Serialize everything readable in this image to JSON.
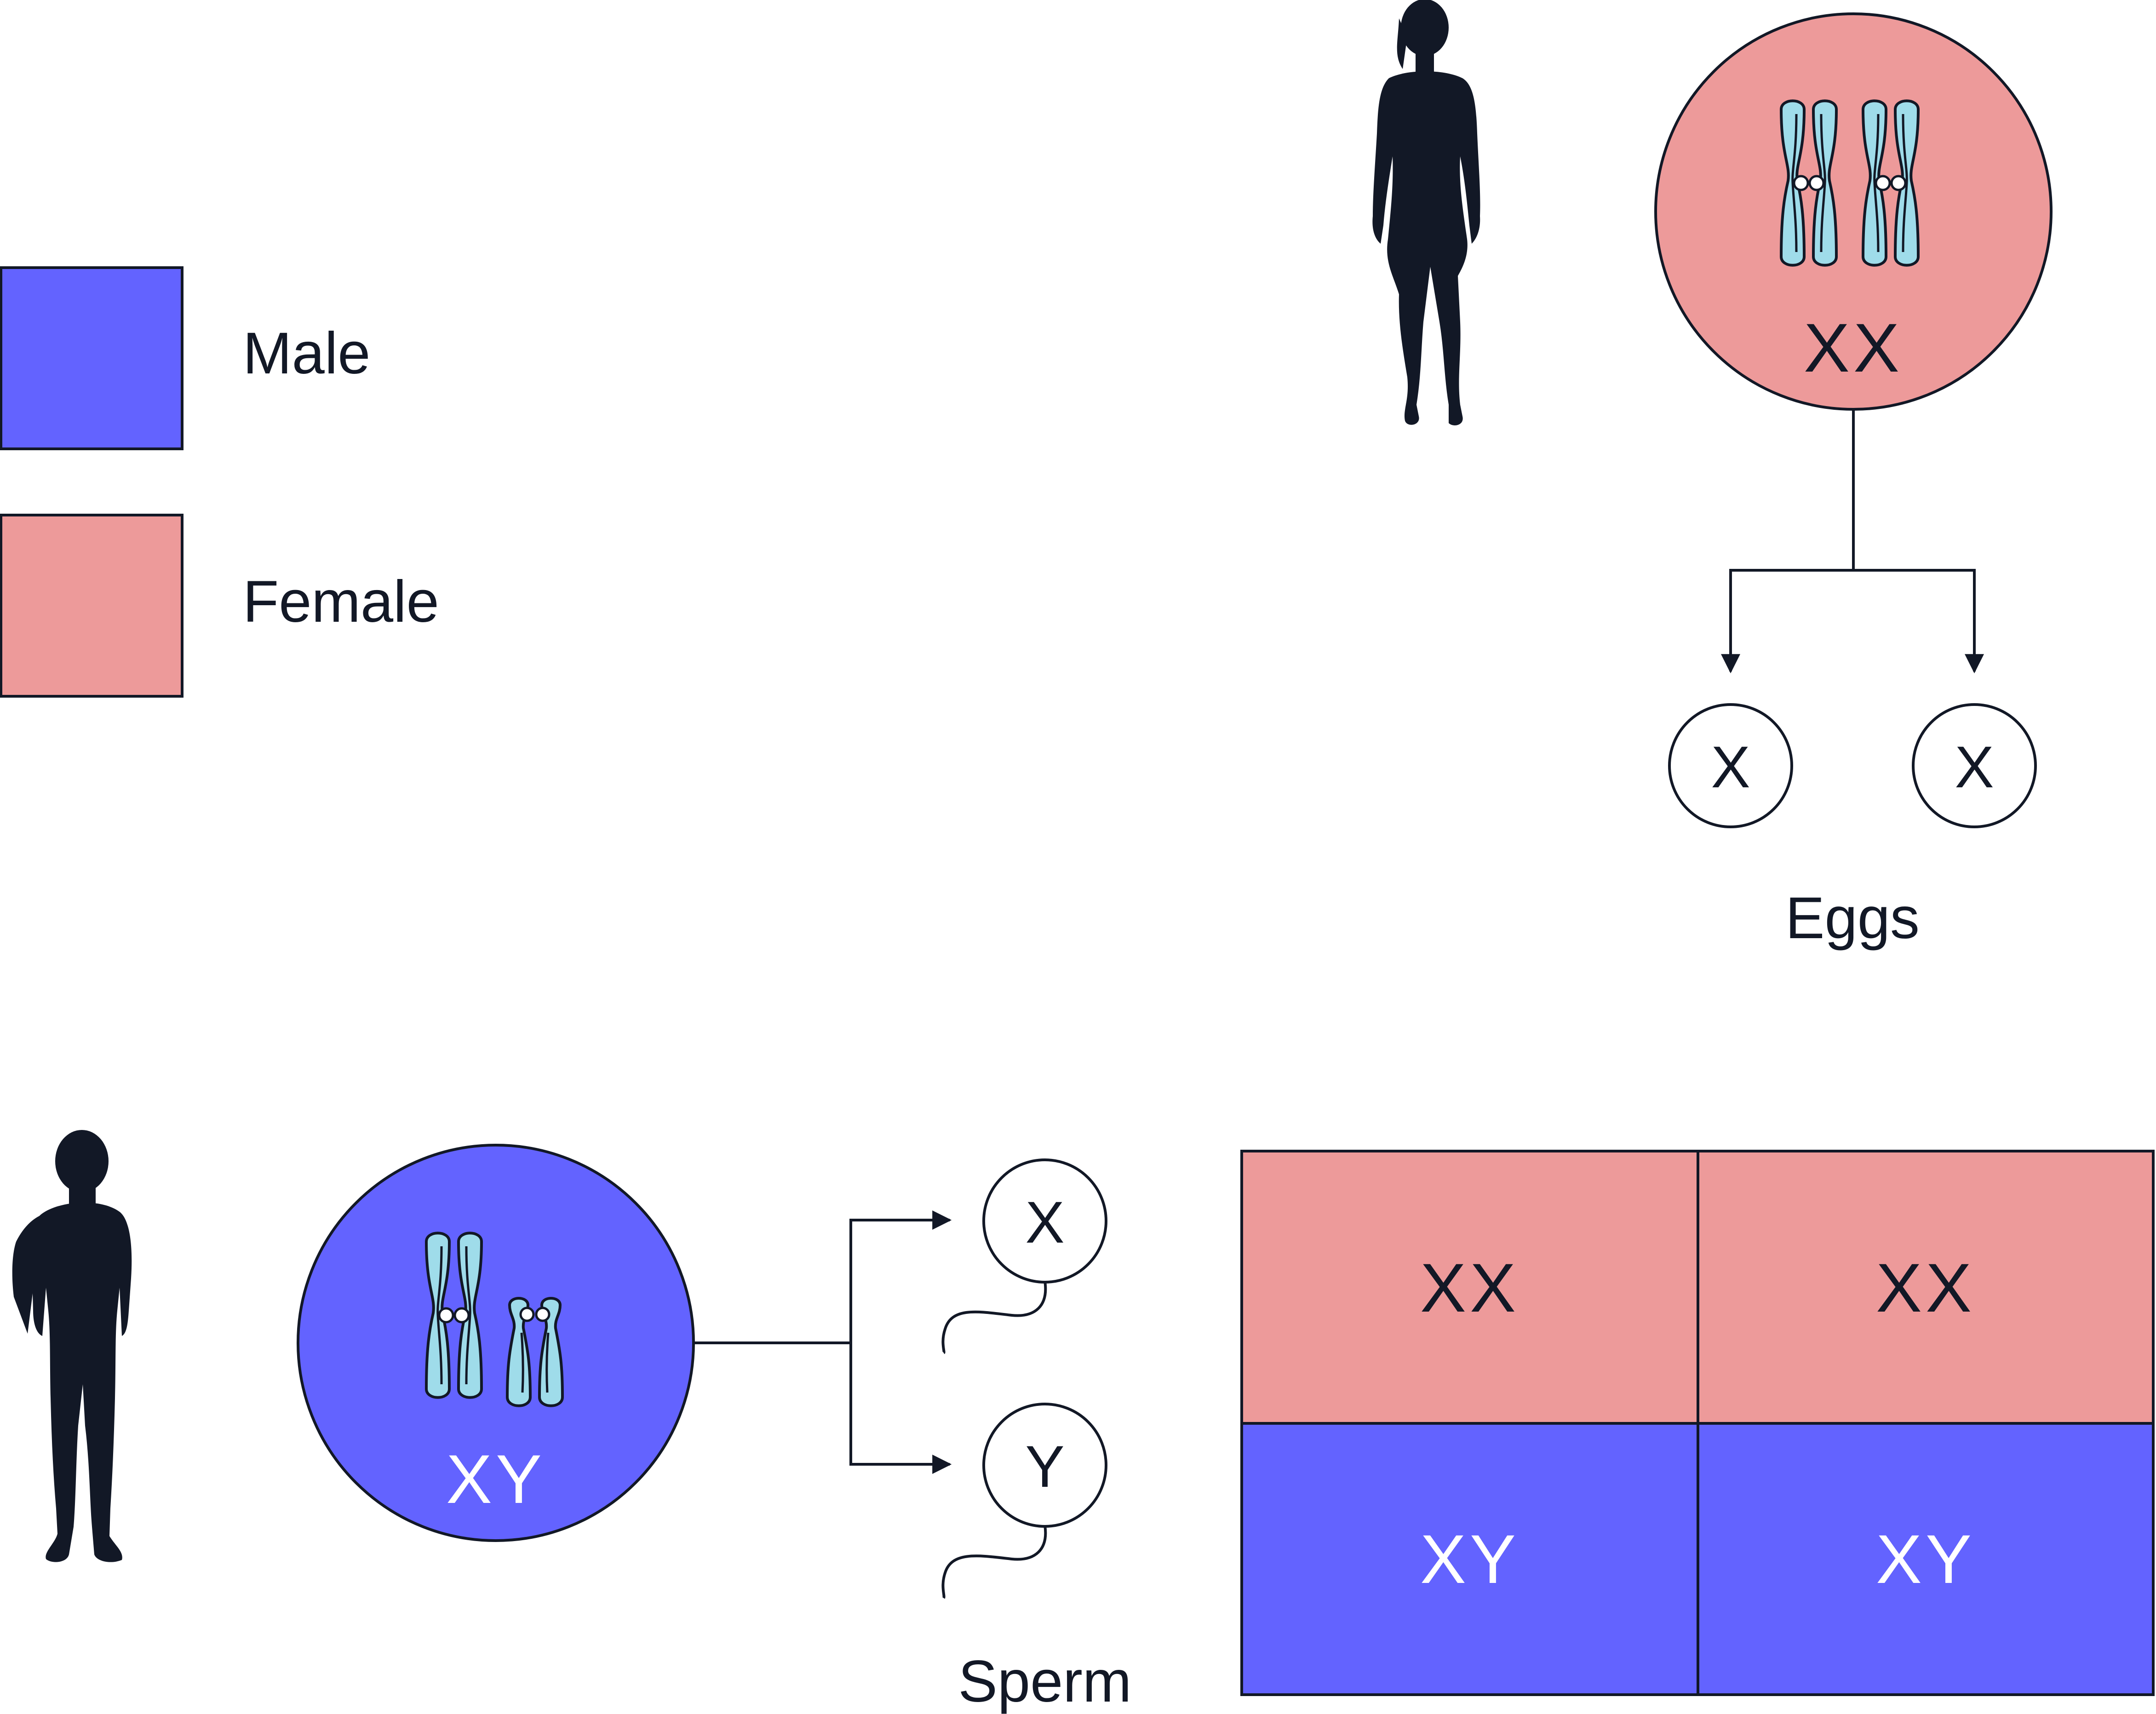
{
  "colors": {
    "male": "#6363ff",
    "female": "#ed9a9a",
    "ink": "#121826",
    "chromosome": "#9fdcea",
    "white": "#ffffff"
  },
  "legend": {
    "male_label": "Male",
    "female_label": "Female"
  },
  "female": {
    "icon": "woman-silhouette-icon",
    "genotype": "XX",
    "gametes": [
      "X",
      "X"
    ],
    "gametes_label": "Eggs"
  },
  "male": {
    "icon": "man-silhouette-icon",
    "genotype": "XY",
    "gametes": [
      "X",
      "Y"
    ],
    "gametes_label": "Sperm"
  },
  "punnett": {
    "cells": [
      {
        "genotype": "XX",
        "sex": "female"
      },
      {
        "genotype": "XX",
        "sex": "female"
      },
      {
        "genotype": "XY",
        "sex": "male"
      },
      {
        "genotype": "XY",
        "sex": "male"
      }
    ]
  }
}
